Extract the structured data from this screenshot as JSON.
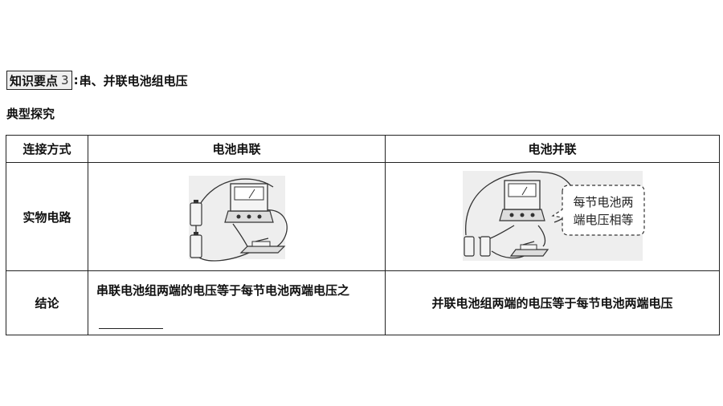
{
  "heading": {
    "tag_label": "知识要点",
    "tag_number": "3",
    "separator": ":",
    "title": "串、并联电池组电压"
  },
  "subheading": "典型探究",
  "table": {
    "headers": [
      "连接方式",
      "电池串联",
      "电池并联"
    ],
    "row_circuit_label": "实物电路",
    "row_conclusion_label": "结论",
    "series_conclusion": "串联电池组两端的电压等于每节电池两端电压之",
    "parallel_conclusion": "并联电池组两端的电压等于每节电池两端电压",
    "callout": [
      "每节电池两",
      "端电压相等"
    ]
  }
}
